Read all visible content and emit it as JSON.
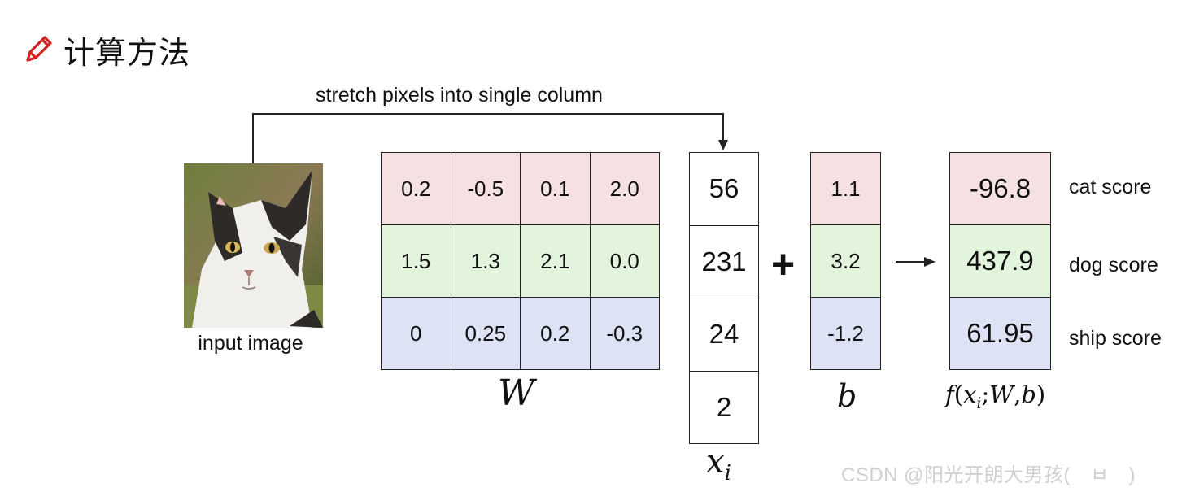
{
  "title": "计算方法",
  "stretch_label": "stretch pixels into single column",
  "input_label": "input image",
  "weights": {
    "label": "W",
    "rows": [
      [
        "0.2",
        "-0.5",
        "0.1",
        "2.0"
      ],
      [
        "1.5",
        "1.3",
        "2.1",
        "0.0"
      ],
      [
        "0",
        "0.25",
        "0.2",
        "-0.3"
      ]
    ]
  },
  "pixels": {
    "label_base": "x",
    "label_sub": "i",
    "values": [
      "56",
      "231",
      "24",
      "2"
    ]
  },
  "operator_plus": "+",
  "bias": {
    "label": "b",
    "values": [
      "1.1",
      "3.2",
      "-1.2"
    ]
  },
  "output": {
    "label": "f(xi;W,b)",
    "label_parts": {
      "f": "f",
      "open": "(",
      "x": "x",
      "sub": "i",
      "sep1": ";",
      "W": "W",
      "sep2": ",",
      "b": "b",
      "close": ")"
    },
    "values": [
      "-96.8",
      "437.9",
      "61.95"
    ]
  },
  "scores": [
    "cat score",
    "dog score",
    "ship score"
  ],
  "row_colors": [
    "#f5e1e1",
    "#e3f4dd",
    "#dde3f5"
  ],
  "watermark": "CSDN @阳光开朗大男孩(　ㅂ　)",
  "icons": {
    "title": "pencil-icon",
    "image": "cat-photo"
  }
}
